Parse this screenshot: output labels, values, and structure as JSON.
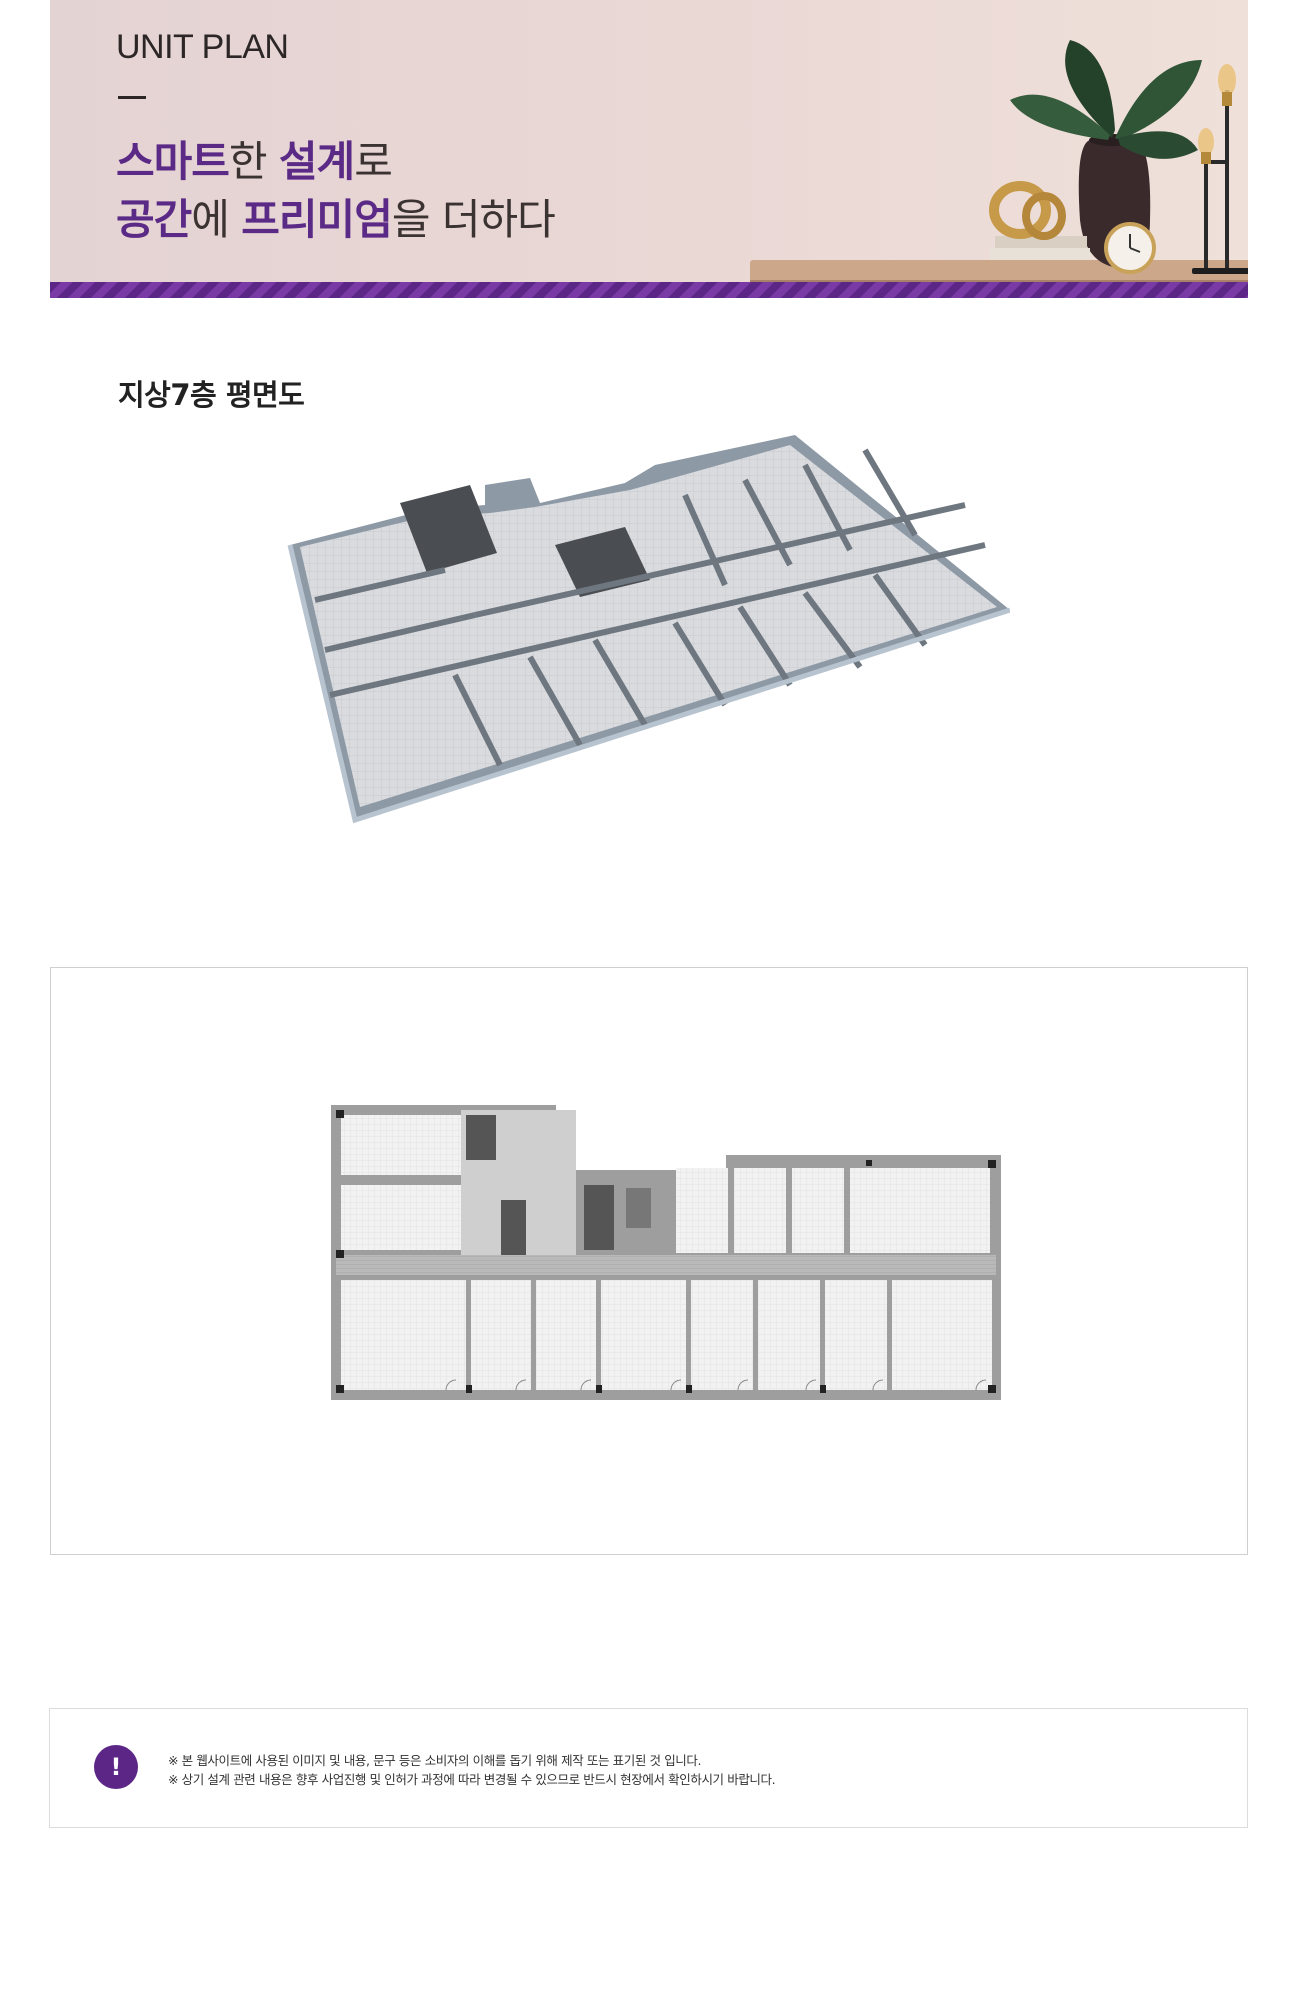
{
  "hero": {
    "eyebrow": "UNIT PLAN",
    "line1": [
      {
        "text": "스마트",
        "emph": true
      },
      {
        "text": "한 ",
        "emph": false
      },
      {
        "text": "설계",
        "emph": true
      },
      {
        "text": "로",
        "emph": false
      }
    ],
    "line2": [
      {
        "text": "공간",
        "emph": true
      },
      {
        "text": "에 ",
        "emph": false
      },
      {
        "text": "프리미엄",
        "emph": true
      },
      {
        "text": "을 더하다",
        "emph": false
      }
    ],
    "accent_color": "#5b2a86"
  },
  "section": {
    "floor_title": "지상7층 평면도"
  },
  "notice": {
    "icon": "!",
    "lines": [
      "※ 본 웹사이트에 사용된 이미지 및 내용, 문구 등은 소비자의 이해를 돕기 위해 제작 또는 표기된 것 입니다.",
      "※ 상기 설계 관련 내용은 향후 사업진행 및 인허가 과정에 따라 변경될 수 있으므로 반드시 현장에서 확인하시기 바랍니다."
    ]
  }
}
